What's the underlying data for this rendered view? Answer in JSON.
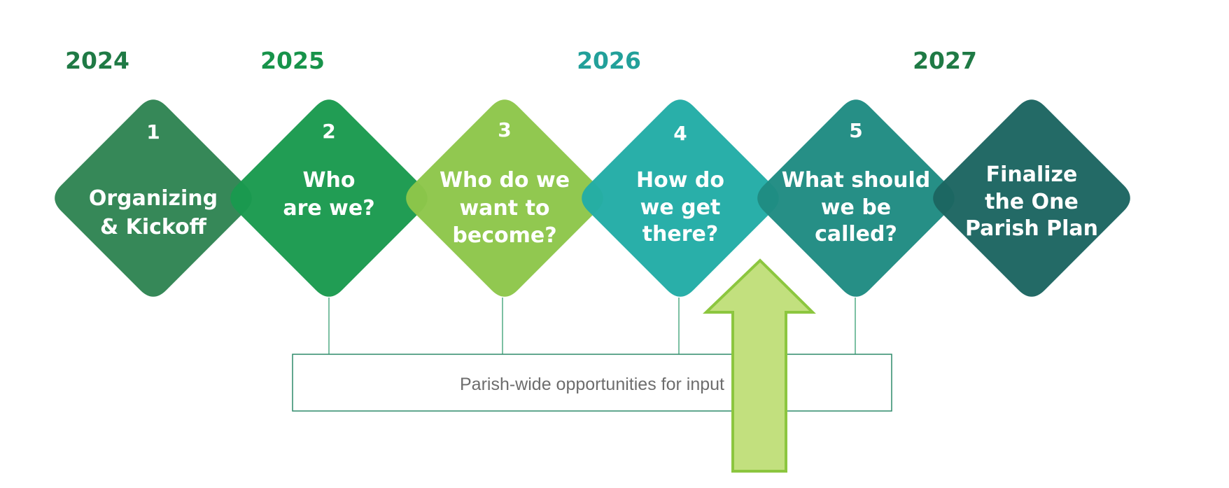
{
  "years": [
    {
      "text": "2024",
      "color": "#1f7a45"
    },
    {
      "text": "2025",
      "color": "#17934a"
    },
    {
      "text": "2026",
      "color": "#22a09a"
    },
    {
      "text": "2027",
      "color": "#1f7a45"
    }
  ],
  "steps": [
    {
      "number": "1",
      "lines": [
        "Organizing",
        "& Kickoff"
      ],
      "color": "#2f8453"
    },
    {
      "number": "2",
      "lines": [
        "Who",
        "are we?"
      ],
      "color": "#1a9a4e"
    },
    {
      "number": "3",
      "lines": [
        "Who do we",
        "want to",
        "become?"
      ],
      "color": "#8dc64a"
    },
    {
      "number": "4",
      "lines": [
        "How do",
        "we get",
        "there?"
      ],
      "color": "#22aca6"
    },
    {
      "number": "5",
      "lines": [
        "What should",
        "we be",
        "called?"
      ],
      "color": "#1f8b82"
    },
    {
      "number": "",
      "lines": [
        "Finalize",
        "the One",
        "Parish Plan"
      ],
      "color": "#1c6561"
    }
  ],
  "input_box": {
    "label": "Parish-wide opportunities for input",
    "border_color": "#2e8a6a"
  },
  "arrow": {
    "direction": "up",
    "fill": "#c2e07e",
    "stroke": "#8cc63f"
  }
}
